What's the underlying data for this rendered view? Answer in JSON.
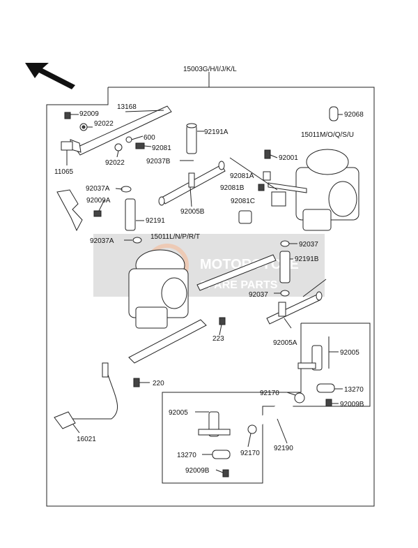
{
  "watermark": {
    "title": "MOTORCYCLE",
    "subtitle": "SPARE PARTS"
  },
  "labels": {
    "assembly": "15003G/H/I/J/K/L",
    "p92009": "92009",
    "p13168": "13168",
    "p92022a": "92022",
    "p600": "600",
    "p92081": "92081",
    "p92022b": "92022",
    "p11065": "11065",
    "p92191a": "92191A",
    "p92037b": "92037B",
    "p92068": "92068",
    "p15011m": "15011M/O/Q/S/U",
    "p92001": "92001",
    "p92081a": "92081A",
    "p92081b": "92081B",
    "p92081c": "92081C",
    "p92037a1": "92037A",
    "p92009a": "92009A",
    "p92005b": "92005B",
    "p92191": "92191",
    "p92037a2": "92037A",
    "p15011l": "15011L/N/P/R/T",
    "p92037": "92037",
    "p92191b": "92191B",
    "p92037c": "92037",
    "p223": "223",
    "p92005a": "92005A",
    "p92005c": "92005",
    "p220": "220",
    "p92170a": "92170",
    "p13270a": "13270",
    "p92009b1": "92009B",
    "p92005d": "92005",
    "p92170b": "92170",
    "p92190": "92190",
    "p13270b": "13270",
    "p92009b2": "92009B",
    "p16021": "16021"
  },
  "colors": {
    "watermark_bg": "#c9c9c9",
    "watermark_accent": "#e0a07a"
  }
}
